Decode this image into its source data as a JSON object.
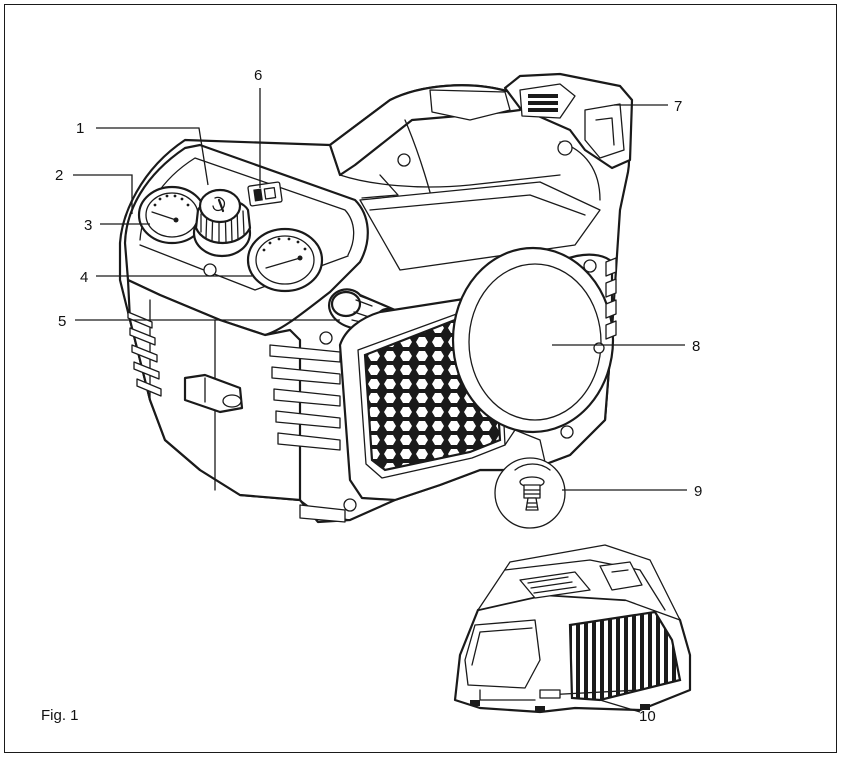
{
  "figure": {
    "caption": "Fig. 1",
    "callouts": [
      "1",
      "2",
      "3",
      "4",
      "5",
      "6",
      "7",
      "8",
      "9",
      "10"
    ]
  },
  "colors": {
    "line": "#1a1a1a",
    "background": "#ffffff"
  }
}
